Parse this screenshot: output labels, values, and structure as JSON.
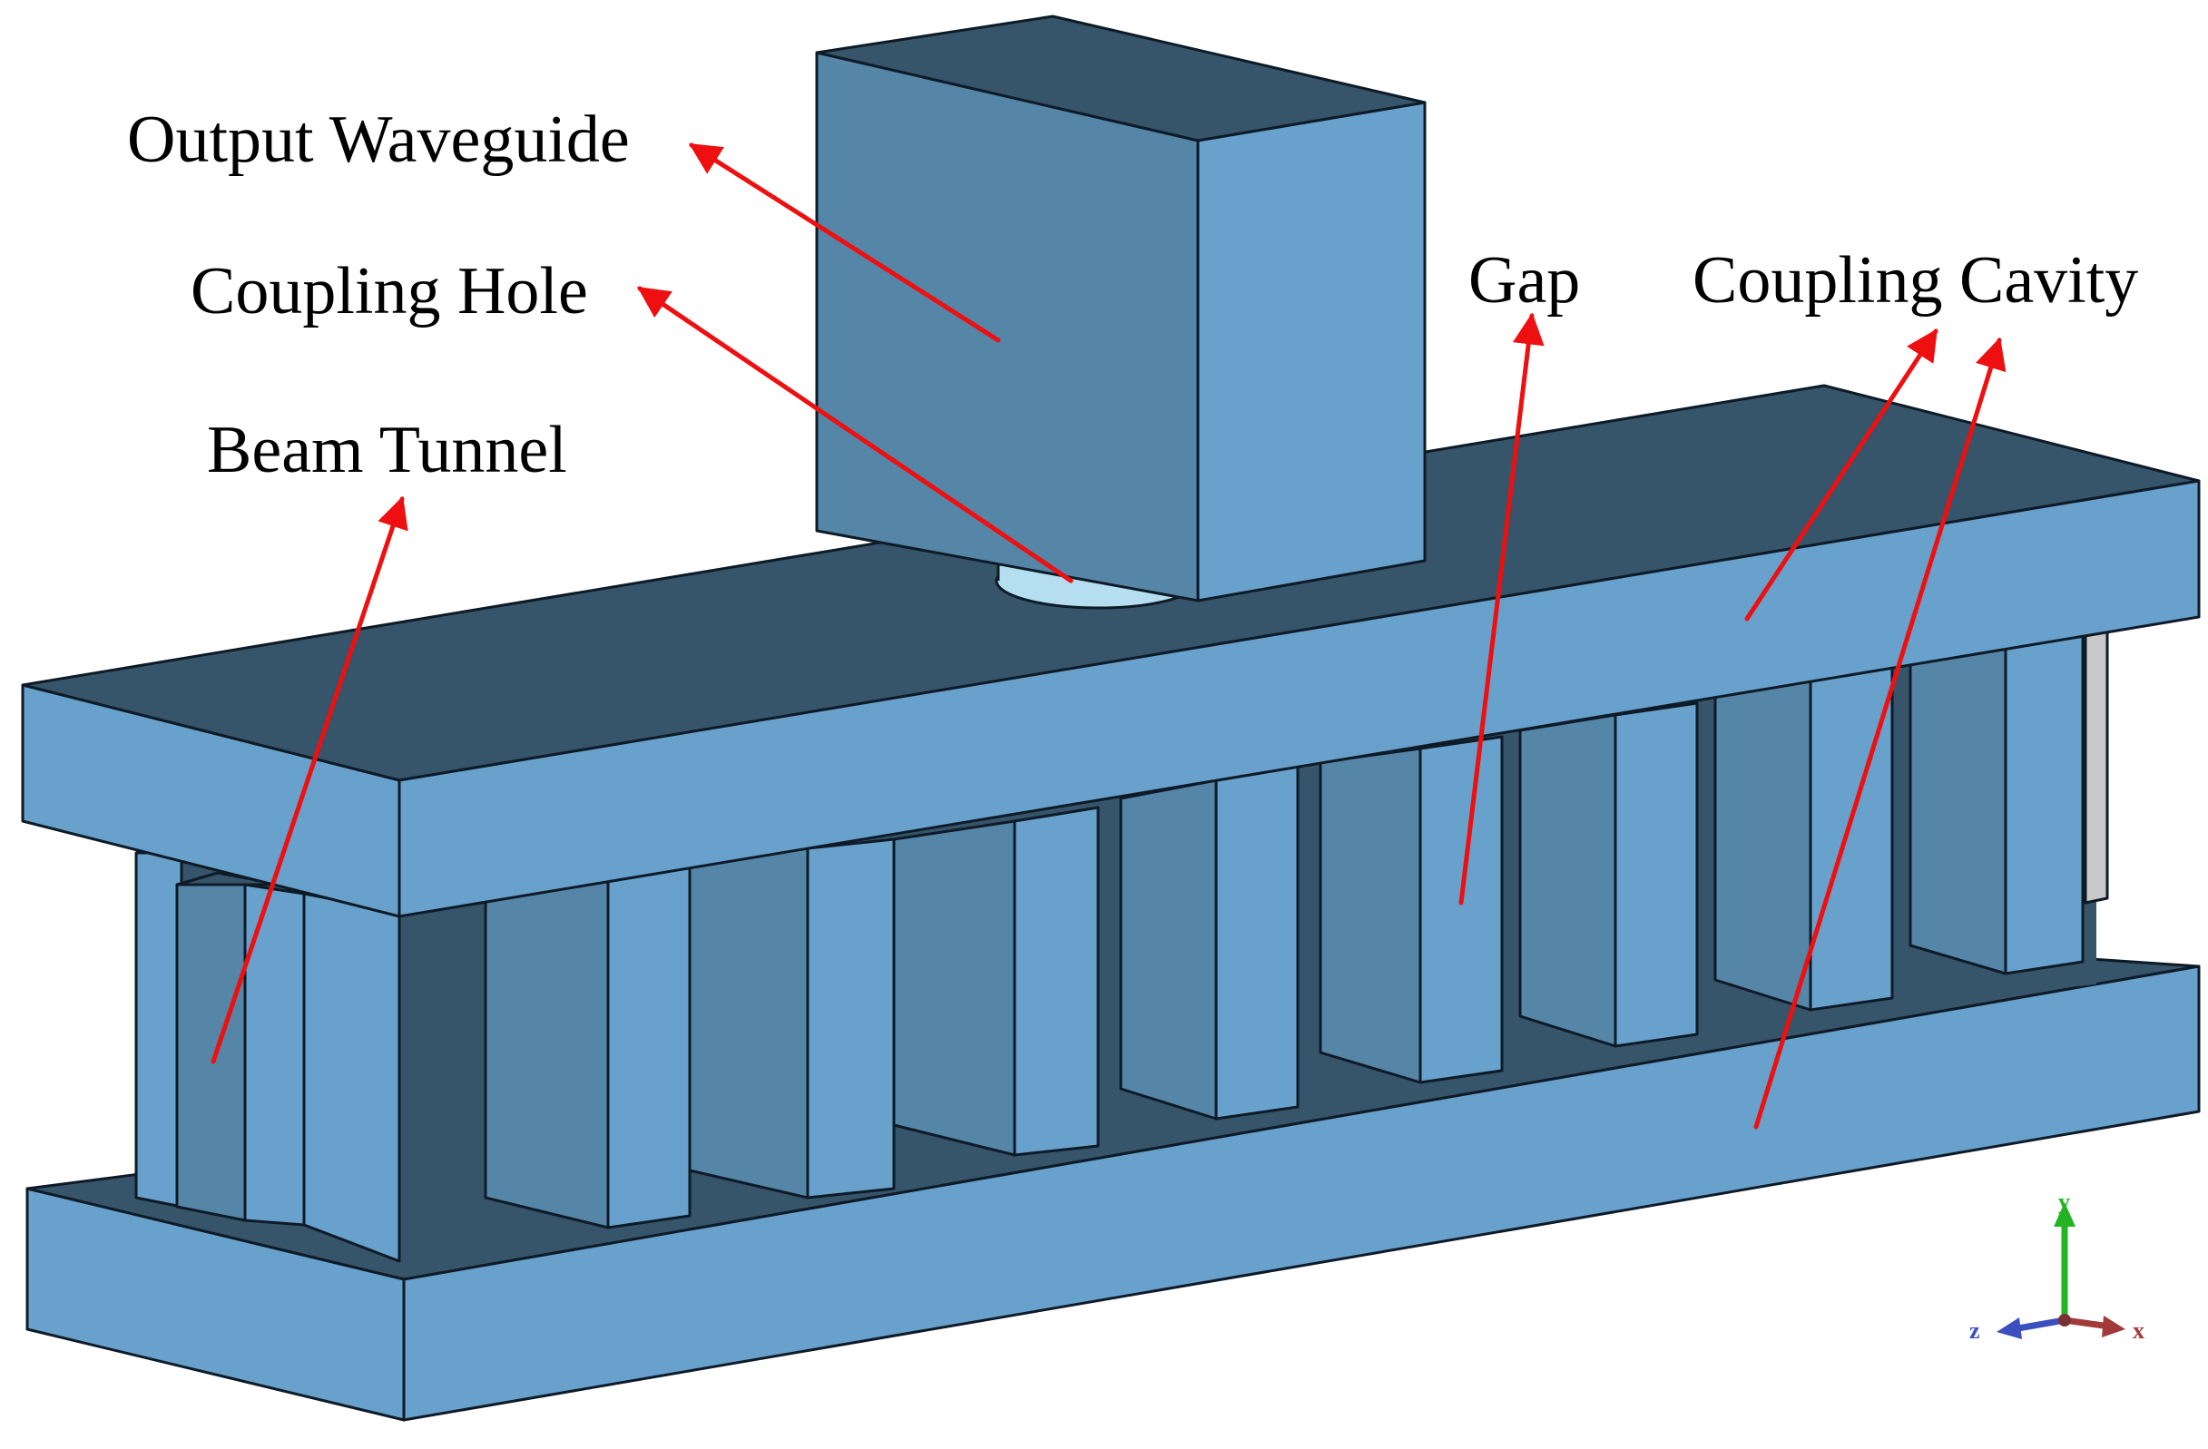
{
  "labels": {
    "output_waveguide": "Output Waveguide",
    "coupling_hole": "Coupling Hole",
    "beam_tunnel": "Beam Tunnel",
    "gap": "Gap",
    "coupling_cavity": "Coupling Cavity"
  },
  "axes": {
    "y": "y",
    "z": "z",
    "x": "x"
  },
  "colors": {
    "top_face": "#36546a",
    "front_face": "#67a1cc",
    "side_face": "#5585a7",
    "outline": "#0e1b27",
    "hole": "#b5dff0",
    "arrow": "#ee1010",
    "axis_y": "#22b422",
    "axis_z": "#3b4fbf",
    "axis_x": "#a33a3a"
  }
}
